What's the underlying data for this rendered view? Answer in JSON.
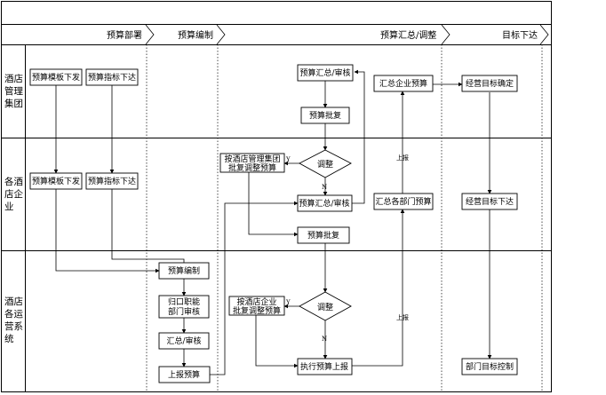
{
  "phases": [
    "预算部署",
    "预算编制",
    "预算汇总/调整",
    "目标下达"
  ],
  "lanes": [
    [
      "酒店",
      "管理",
      "集团"
    ],
    [
      "各酒",
      "店企",
      "业"
    ],
    [
      "酒店",
      "各运",
      "营系",
      "统"
    ]
  ],
  "boxes": {
    "g_mubanxiafa": "预算模板下发",
    "g_zhibiaoxiada": "预算指标下达",
    "g_huizong": "预算汇总/审核",
    "g_pifu": "预算批复",
    "g_qiye_huizong": "汇总企业预算",
    "g_mubiao_queding": "经营目标确定",
    "h_mubanxiafa": "预算模板下发",
    "h_zhibiaoxiada": "预算指标下达",
    "h_adjust": [
      "按酒店管理集团",
      "批复调整预算"
    ],
    "h_huizong": "预算汇总/审核",
    "h_pifu": "预算批复",
    "h_bumen_huizong": "汇总各部门预算",
    "h_mubiao_xiada": "经营目标下达",
    "o_bianzhi": "预算编制",
    "o_guikou": [
      "归口职能",
      "部门审核"
    ],
    "o_huizong": "汇总/审核",
    "o_shangbao": "上报预算",
    "o_adjust": [
      "按酒店企业",
      "批复调整预算"
    ],
    "o_zhixing": "执行预算上报",
    "o_kongzhi": "部门目标控制"
  },
  "decisions": {
    "h_tiaozheng": "调整",
    "o_tiaozheng": "调整"
  },
  "edge_labels": {
    "y1": "Y",
    "n1": "N",
    "y2": "Y",
    "n2": "N",
    "shangbao1": "上报",
    "shangbao2": "上报"
  }
}
